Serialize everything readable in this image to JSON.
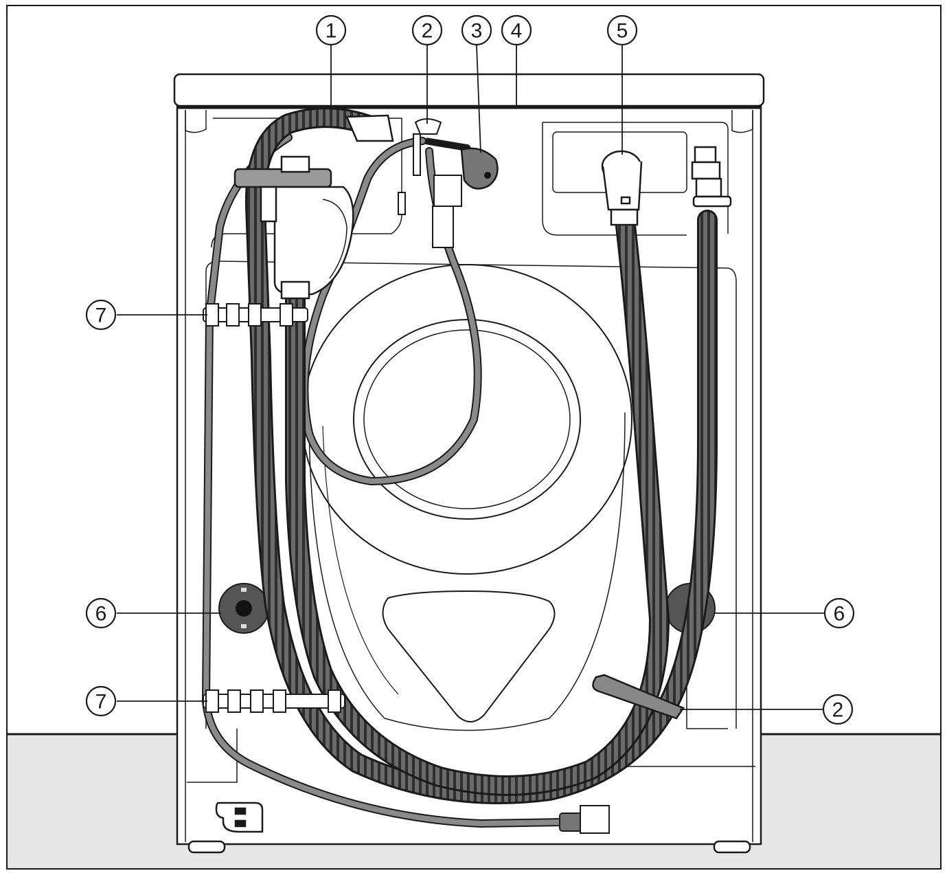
{
  "callouts": [
    {
      "id": "c1",
      "label": "1"
    },
    {
      "id": "c2",
      "label": "2"
    },
    {
      "id": "c3",
      "label": "3"
    },
    {
      "id": "c4",
      "label": "4"
    },
    {
      "id": "c5",
      "label": "5"
    },
    {
      "id": "c6",
      "label": "6"
    },
    {
      "id": "c7",
      "label": "7"
    },
    {
      "id": "c8",
      "label": "7"
    },
    {
      "id": "c9",
      "label": "6"
    },
    {
      "id": "c10",
      "label": "2"
    }
  ],
  "colors": {
    "floor": "#e6e6e6",
    "outline": "#1a1a1a",
    "hose": "#5a5a5a",
    "hose_dark": "#2b2b2b"
  }
}
